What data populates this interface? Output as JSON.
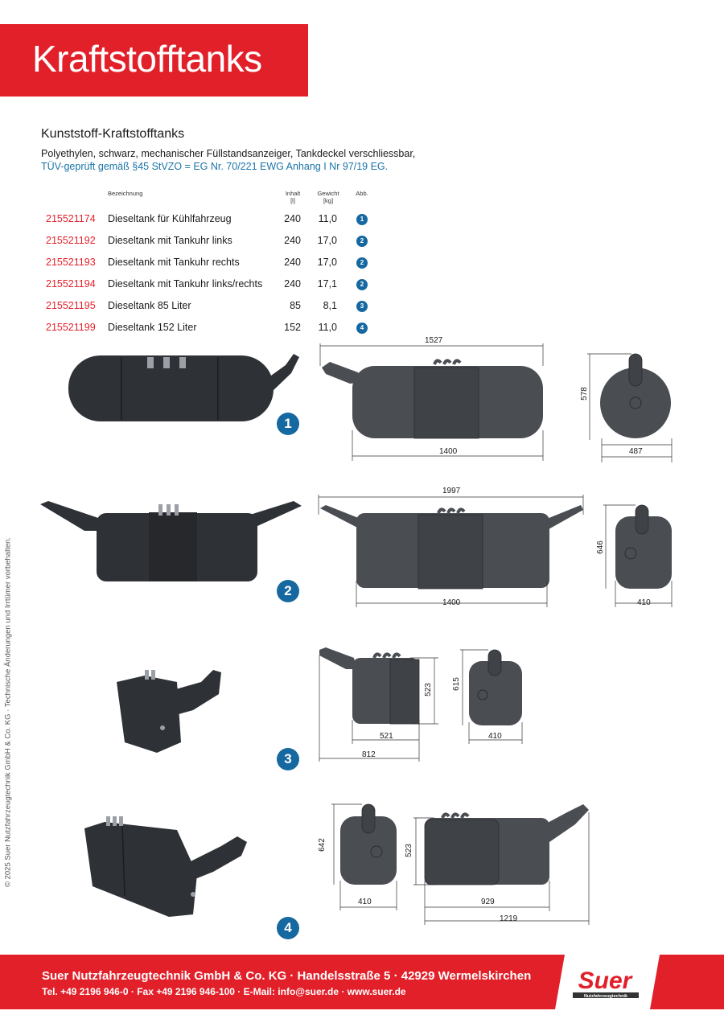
{
  "title": "Kraftstofftanks",
  "section": {
    "heading": "Kunststoff-Kraftstofftanks",
    "desc_line1": "Polyethylen, schwarz, mechanischer Füllstandsanzeiger, Tankdeckel verschliessbar,",
    "desc_line2": "TÜV-geprüft gemäß §45 StVZO = EG Nr. 70/221 EWG Anhang I Nr 97/19 EG."
  },
  "table": {
    "headers": {
      "bezeichnung": "Bezeichnung",
      "inhalt": "Inhalt",
      "inhalt_unit": "[l]",
      "gewicht": "Gewicht",
      "gewicht_unit": "[kg]",
      "abb": "Abb."
    },
    "rows": [
      {
        "art": "215521174",
        "name": "Dieseltank für Kühlfahrzeug",
        "vol": "240",
        "wt": "11,0",
        "abb": "1"
      },
      {
        "art": "215521192",
        "name": "Dieseltank mit Tankuhr links",
        "vol": "240",
        "wt": "17,0",
        "abb": "2"
      },
      {
        "art": "215521193",
        "name": "Dieseltank mit Tankuhr rechts",
        "vol": "240",
        "wt": "17,0",
        "abb": "2"
      },
      {
        "art": "215521194",
        "name": "Dieseltank mit Tankuhr links/rechts",
        "vol": "240",
        "wt": "17,1",
        "abb": "2"
      },
      {
        "art": "215521195",
        "name": "Dieseltank 85 Liter",
        "vol": "85",
        "wt": "8,1",
        "abb": "3"
      },
      {
        "art": "215521199",
        "name": "Dieseltank 152 Liter",
        "vol": "152",
        "wt": "11,0",
        "abb": "4"
      }
    ]
  },
  "figures": {
    "f1": {
      "badge": "1",
      "total": "1527",
      "body": "1400",
      "height": "578",
      "width": "487"
    },
    "f2": {
      "badge": "2",
      "total": "1997",
      "body": "1400",
      "height": "646",
      "width": "410"
    },
    "f3": {
      "badge": "3",
      "height": "523",
      "body": "521",
      "total": "812",
      "side_height": "615",
      "width": "410"
    },
    "f4": {
      "badge": "4",
      "side_height": "642",
      "width": "410",
      "height": "523",
      "body": "929",
      "total": "1219"
    }
  },
  "side_note": "© 2025 Suer Nutzfahrzeugtechnik GmbH & Co. KG · Technische Änderungen und Irrtümer vorbehalten.",
  "footer": {
    "line1": "Suer Nutzfahrzeugtechnik GmbH & Co. KG  ·  Handelsstraße 5  ·  42929 Wermelskirchen",
    "line2": "Tel. +49 2196 946-0 · Fax +49 2196 946-100 · E-Mail: info@suer.de · www.suer.de",
    "logo_text": "Suer",
    "logo_sub": "Nutzfahrzeugtechnik"
  },
  "colors": {
    "brand_red": "#e2202a",
    "accent_blue": "#1668a0",
    "tank_dark": "#2e3136",
    "drawing_gray": "#4a4d52"
  }
}
